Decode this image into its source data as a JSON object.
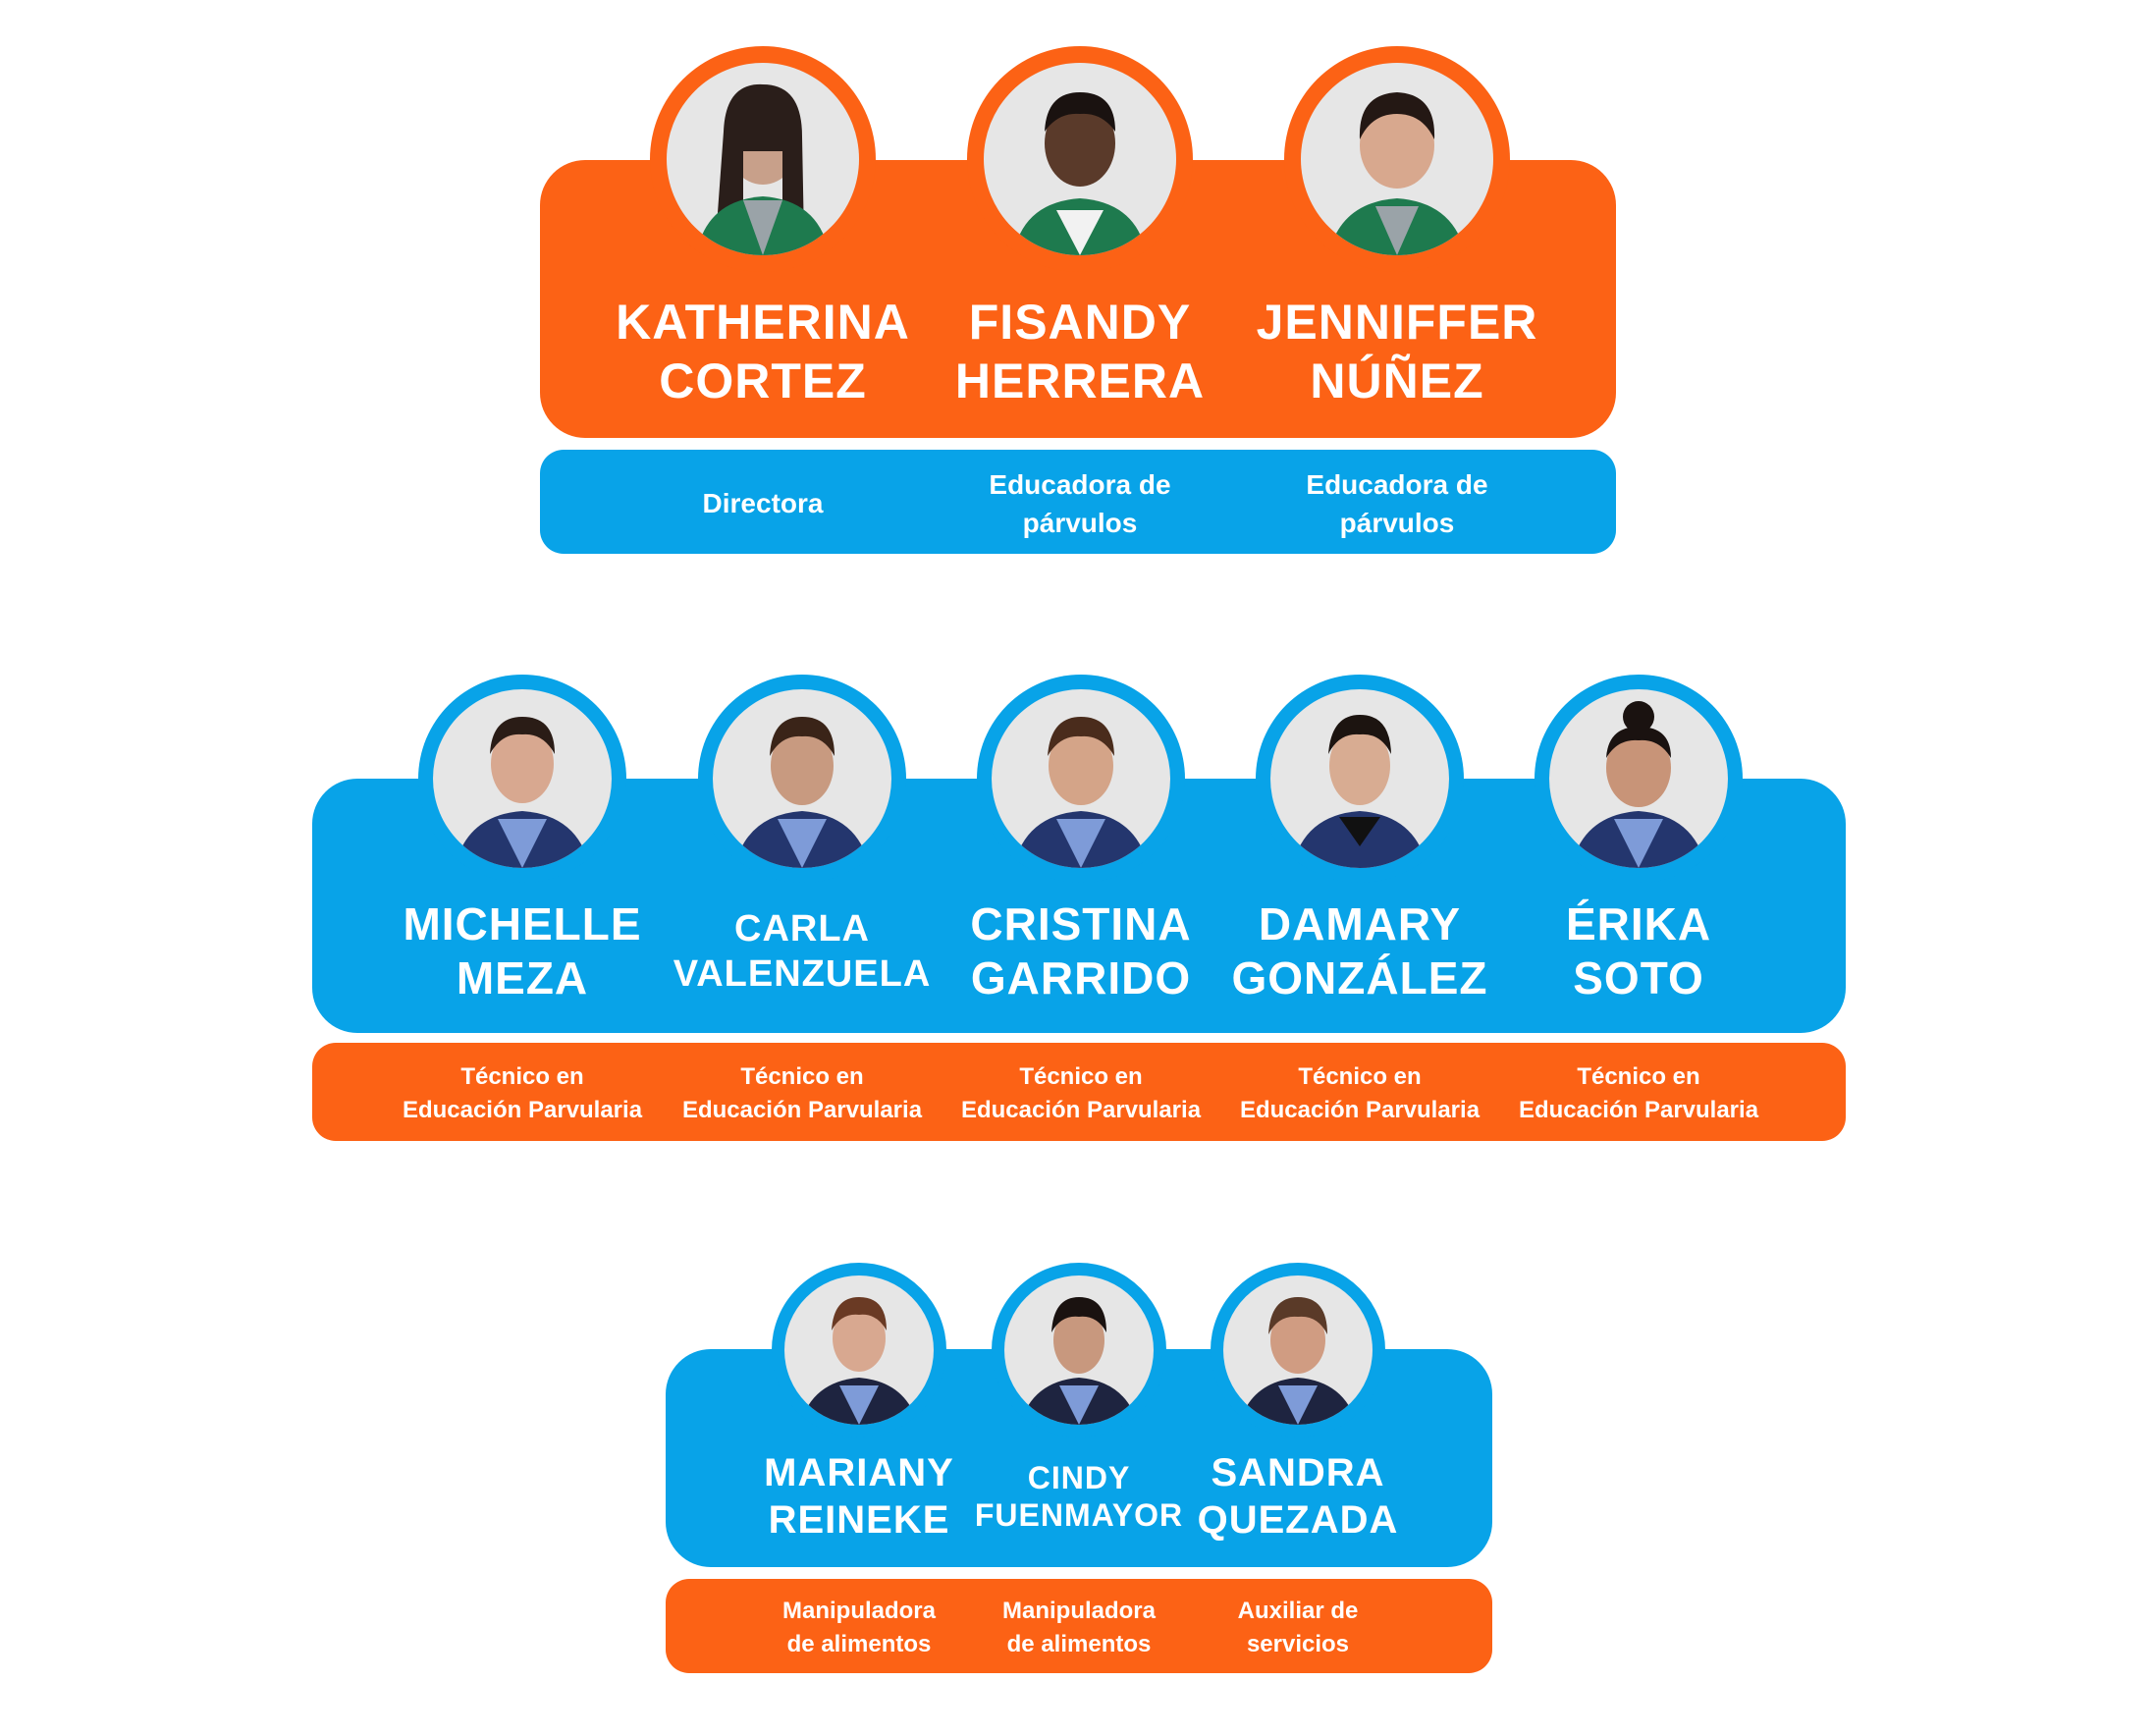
{
  "colors": {
    "orange": "#FC6215",
    "blue": "#08A3E8",
    "photo_bg": "#E6E6E6"
  },
  "group1": {
    "members": [
      {
        "first": "KATHERINA",
        "last": "CORTEZ",
        "role_l1": "Directora",
        "role_l2": "",
        "photo": "portrait-photo"
      },
      {
        "first": "FISANDY",
        "last": "HERRERA",
        "role_l1": "Educadora de",
        "role_l2": "párvulos",
        "photo": "portrait-photo"
      },
      {
        "first": "JENNIFFER",
        "last": "NÚÑEZ",
        "role_l1": "Educadora de",
        "role_l2": "párvulos",
        "photo": "portrait-photo"
      }
    ]
  },
  "group2": {
    "members": [
      {
        "first": "MICHELLE",
        "last": "MEZA",
        "role_l1": "Técnico en",
        "role_l2": "Educación Parvularia",
        "photo": "portrait-photo"
      },
      {
        "first": "CARLA",
        "last": "VALENZUELA",
        "role_l1": "Técnico en",
        "role_l2": "Educación Parvularia",
        "photo": "portrait-photo"
      },
      {
        "first": "CRISTINA",
        "last": "GARRIDO",
        "role_l1": "Técnico en",
        "role_l2": "Educación Parvularia",
        "photo": "portrait-photo"
      },
      {
        "first": "DAMARY",
        "last": "GONZÁLEZ",
        "role_l1": "Técnico en",
        "role_l2": "Educación Parvularia",
        "photo": "portrait-photo"
      },
      {
        "first": "ÉRIKA",
        "last": "SOTO",
        "role_l1": "Técnico en",
        "role_l2": "Educación Parvularia",
        "photo": "portrait-photo"
      }
    ]
  },
  "group3": {
    "members": [
      {
        "first": "MARIANY",
        "last": "REINEKE",
        "role_l1": "Manipuladora",
        "role_l2": "de alimentos",
        "photo": "portrait-photo"
      },
      {
        "first": "CINDY",
        "last": "FUENMAYOR",
        "role_l1": "Manipuladora",
        "role_l2": "de alimentos",
        "photo": "portrait-photo"
      },
      {
        "first": "SANDRA",
        "last": "QUEZADA",
        "role_l1": "Auxiliar de",
        "role_l2": "servicios",
        "photo": "portrait-photo"
      }
    ]
  }
}
